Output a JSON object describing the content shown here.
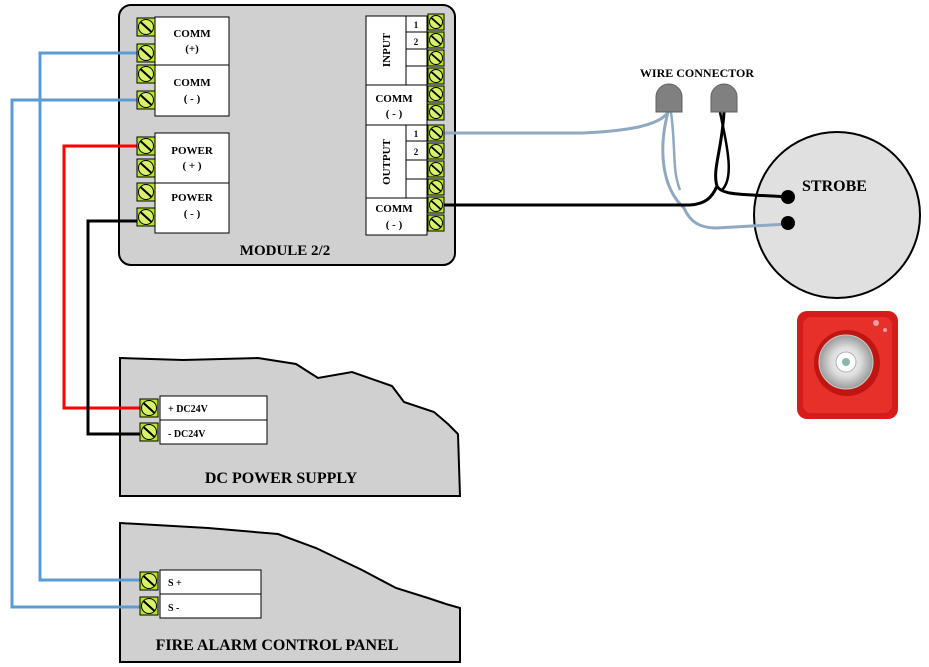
{
  "module": {
    "title": "MODULE 2/2",
    "comm_plus": [
      "COMM",
      "(+)"
    ],
    "comm_minus": [
      "COMM",
      "( - )"
    ],
    "power_plus": [
      "POWER",
      "( + )"
    ],
    "power_minus": [
      "POWER",
      "( - )"
    ],
    "input_label": "INPUT",
    "input_1": "1",
    "input_2": "2",
    "input_comm": [
      "COMM",
      "( - )"
    ],
    "output_label": "OUTPUT",
    "output_1": "1",
    "output_2": "2",
    "output_comm": [
      "COMM",
      "( - )"
    ]
  },
  "wire_connector_label": "WIRE CONNECTOR",
  "strobe_label": "STROBE",
  "power_supply": {
    "title": "DC POWER SUPPLY",
    "plus": "+ DC24V",
    "minus": "-  DC24V"
  },
  "panel": {
    "title": "FIRE ALARM CONTROL PANEL",
    "s_plus": "S +",
    "s_minus": "S  -"
  },
  "colors": {
    "comm_wire": "#5b9bd5",
    "power_plus_wire": "#ff0000",
    "negative_wire": "#000000",
    "output_wire": "#8ea9c1",
    "terminal": "#b5e61d",
    "enclosure": "#d0d0d0",
    "strobe_body": "#e0e0e0",
    "strobe_device": "#e0201c"
  }
}
